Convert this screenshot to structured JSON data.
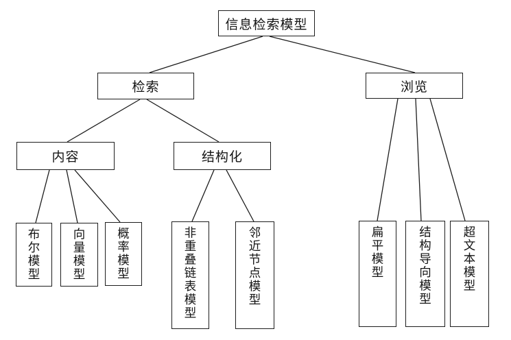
{
  "diagram": {
    "type": "tree",
    "background_color": "#ffffff",
    "line_color": "#1c1c1c",
    "nodes": {
      "root": {
        "label": "信息检索模型"
      },
      "retrieval": {
        "label": "检索"
      },
      "browsing": {
        "label": "浏览"
      },
      "content": {
        "label": "内容"
      },
      "structured": {
        "label": "结构化"
      },
      "boolean": {
        "label": "布尔模型"
      },
      "vector": {
        "label": "向量模型"
      },
      "probability": {
        "label": "概率模型"
      },
      "nonoverlap": {
        "label": "非重叠链表模型"
      },
      "proximal": {
        "label": "邻近节点模型"
      },
      "flat": {
        "label": "扁平模型"
      },
      "structguide": {
        "label": "结构导向模型"
      },
      "hypertext": {
        "label": "超文本模型"
      }
    },
    "edges": [
      [
        "root",
        "retrieval"
      ],
      [
        "root",
        "browsing"
      ],
      [
        "retrieval",
        "content"
      ],
      [
        "retrieval",
        "structured"
      ],
      [
        "content",
        "boolean"
      ],
      [
        "content",
        "vector"
      ],
      [
        "content",
        "probability"
      ],
      [
        "structured",
        "nonoverlap"
      ],
      [
        "structured",
        "proximal"
      ],
      [
        "browsing",
        "flat"
      ],
      [
        "browsing",
        "structguide"
      ],
      [
        "browsing",
        "hypertext"
      ]
    ]
  }
}
